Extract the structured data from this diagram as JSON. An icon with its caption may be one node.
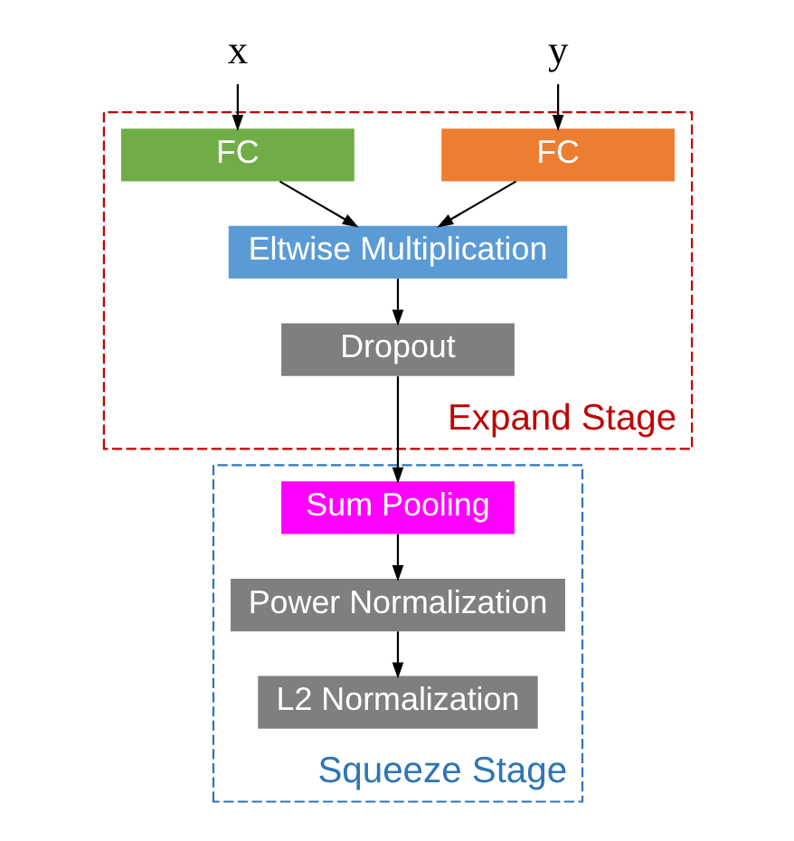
{
  "diagram": {
    "nodes": [
      {
        "text": [
          "x"
        ]
      },
      {
        "text": [
          "y"
        ]
      },
      {
        "text": [
          "Expand Stage"
        ]
      },
      {
        "text": [
          "FC"
        ],
        "in": 2
      },
      {
        "text": [
          "FC"
        ],
        "in": 2
      },
      {
        "text": [
          "Eltwise Multiplication"
        ],
        "in": 2
      },
      {
        "text": [
          "Dropout"
        ],
        "in": 2
      },
      {
        "text": [
          "Squeeze Stage"
        ]
      },
      {
        "text": [
          "Sum Pooling"
        ],
        "in": 7
      },
      {
        "text": [
          "Power Normalization"
        ],
        "in": 7
      },
      {
        "text": [
          "L2 Normalization"
        ],
        "in": 7
      }
    ],
    "edges": [
      {
        "from": 0,
        "to": 3,
        "arrow": "to"
      },
      {
        "from": 1,
        "to": 4,
        "arrow": "to"
      },
      {
        "from": 3,
        "to": 5,
        "arrow": "to"
      },
      {
        "from": 4,
        "to": 5,
        "arrow": "to"
      },
      {
        "from": 5,
        "to": 6,
        "arrow": "to"
      },
      {
        "from": 6,
        "to": 8,
        "arrow": "to"
      },
      {
        "from": 8,
        "to": 9,
        "arrow": "to"
      },
      {
        "from": 9,
        "to": 10,
        "arrow": "to"
      }
    ]
  }
}
